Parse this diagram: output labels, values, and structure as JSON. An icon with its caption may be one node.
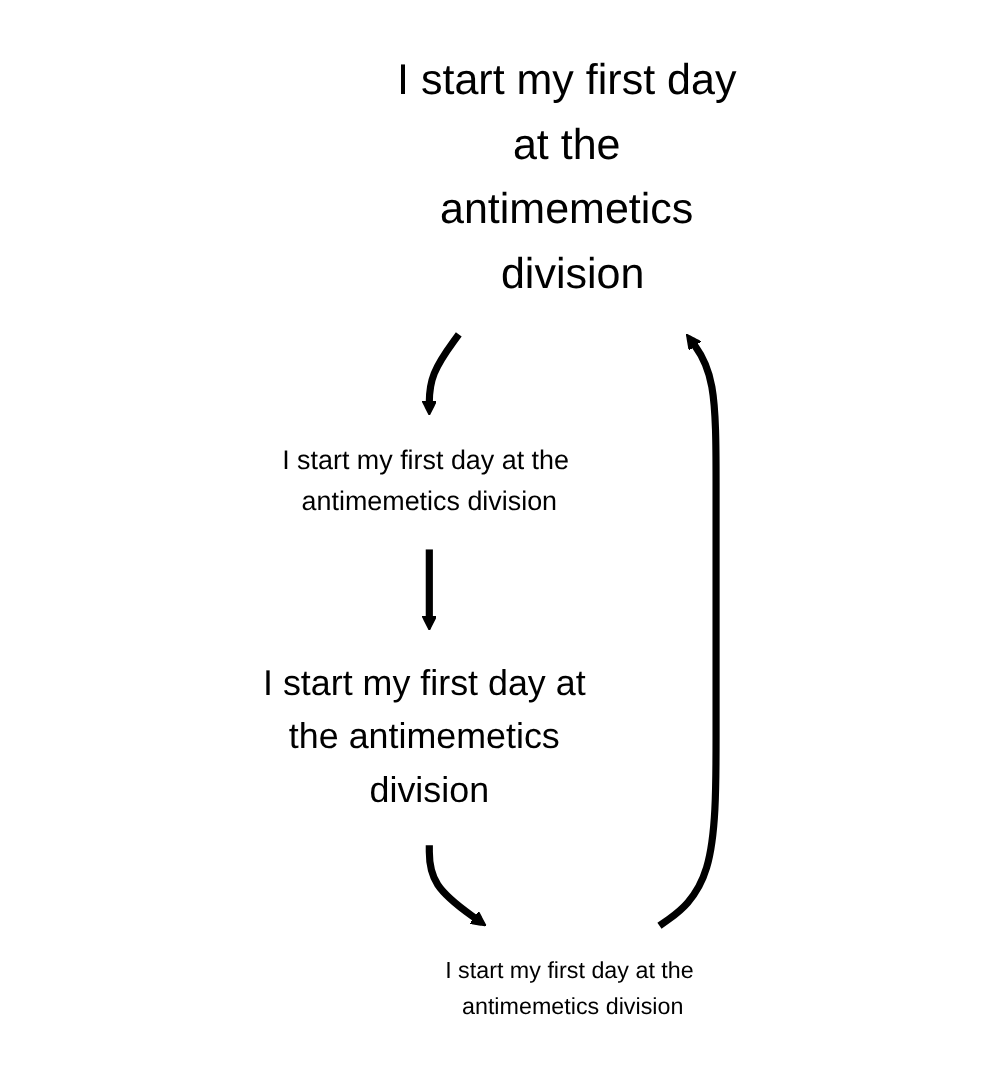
{
  "diagram": {
    "nodes": [
      {
        "text": [
          "I start my first day at the antimemetics division"
        ]
      },
      {
        "text": [
          "I start my first day at the antimemetics division"
        ]
      },
      {
        "text": [
          "I start my first day at the antimemetics division"
        ]
      },
      {
        "text": [
          "I start my first day at the antimemetics division"
        ]
      }
    ],
    "edges": [
      {
        "from": 0,
        "to": 2,
        "arrow": "to"
      },
      {
        "from": 2,
        "to": 3,
        "arrow": "to"
      },
      {
        "from": 3,
        "to": 1,
        "arrow": "to"
      },
      {
        "from": 1,
        "to": 0,
        "arrow": "to"
      }
    ]
  }
}
